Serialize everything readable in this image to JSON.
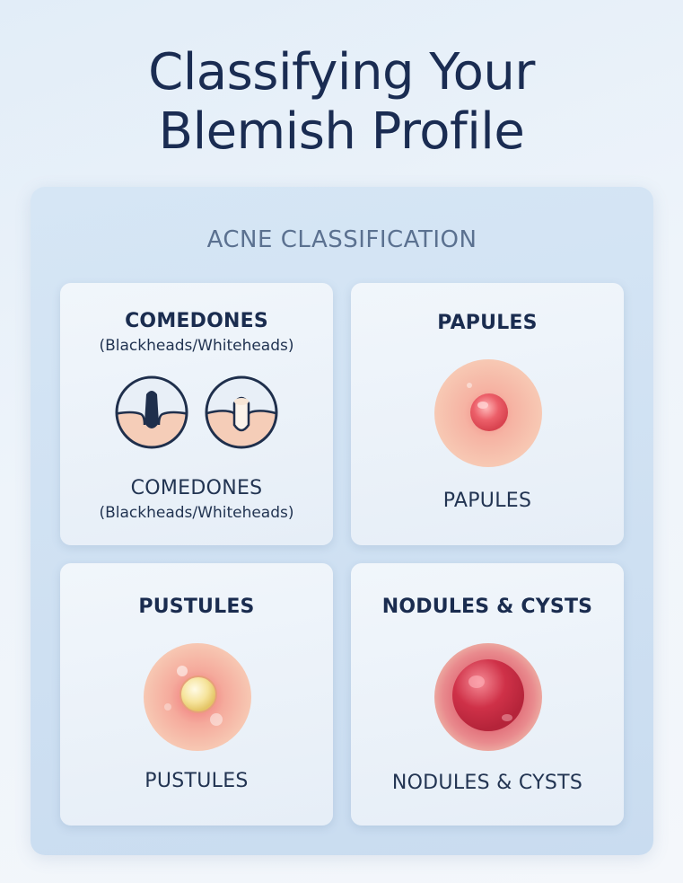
{
  "title": {
    "line1": "Classifying Your",
    "line2": "Blemish Profile"
  },
  "panel": {
    "heading": "ACNE CLASSIFICATION"
  },
  "cards": [
    {
      "title": "COMEDONES",
      "subtitle": "(Blackheads/Whiteheads)",
      "label": "COMEDONES",
      "label_sub": "(Blackheads/Whiteheads)",
      "icons": [
        "blackhead-pore-icon",
        "whitehead-pore-icon"
      ]
    },
    {
      "title": "PAPULES",
      "label": "PAPULES",
      "icons": [
        "papule-icon"
      ]
    },
    {
      "title": "PUSTULES",
      "label": "PUSTULES",
      "icons": [
        "pustule-icon"
      ]
    },
    {
      "title": "NODULES & CYSTS",
      "label": "NODULES & CYSTS",
      "icons": [
        "nodule-cyst-icon"
      ]
    }
  ],
  "colors": {
    "title": "#1a2c52",
    "heading": "#5b7190",
    "panel": "#d6e6f5",
    "card": "#f1f6fb",
    "skin": "#f5cdb8",
    "inflamed": "#e8505e"
  }
}
